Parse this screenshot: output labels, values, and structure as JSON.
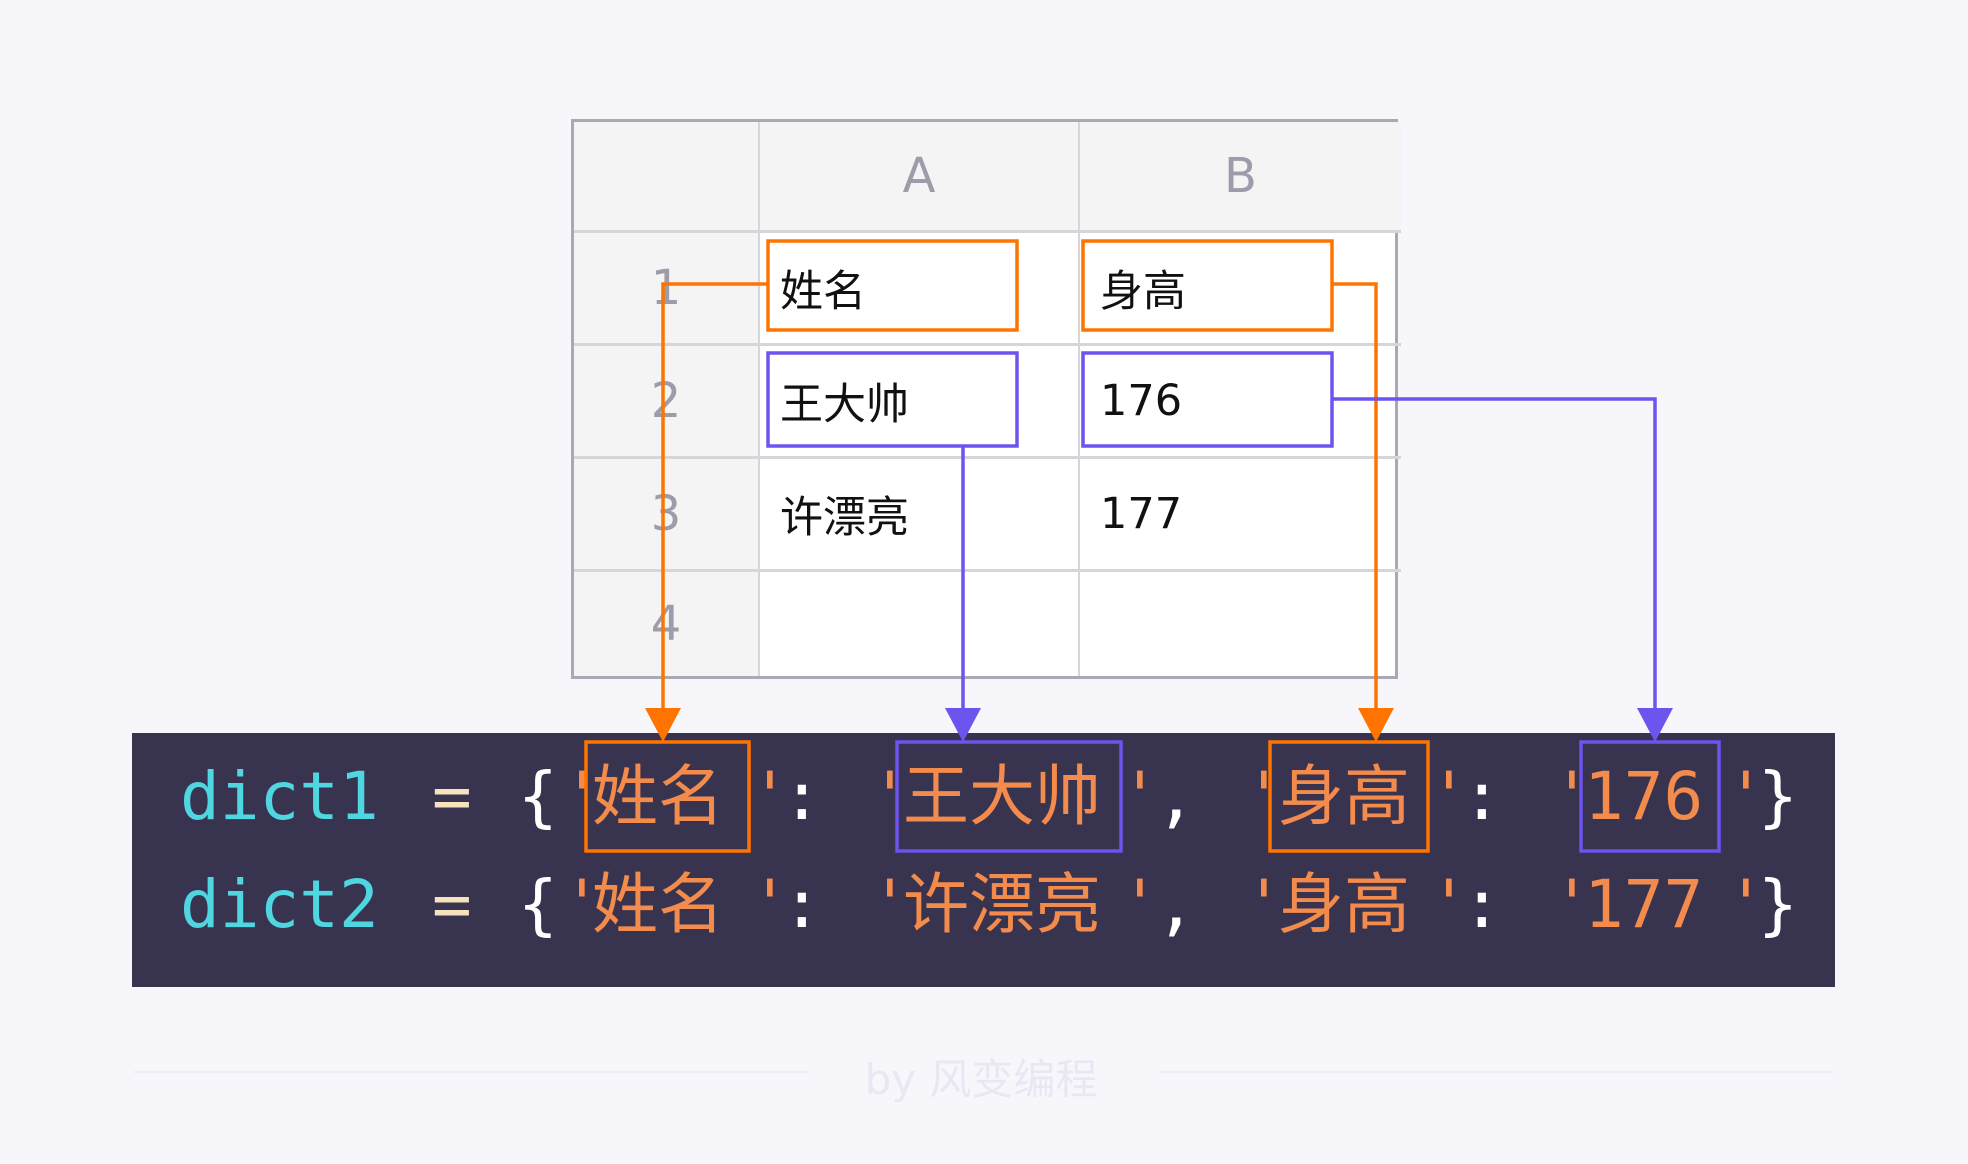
{
  "spreadsheet": {
    "columns": [
      "A",
      "B"
    ],
    "rows": [
      {
        "num": "1",
        "a": "姓名",
        "b": "身高"
      },
      {
        "num": "2",
        "a": "王大帅",
        "b": "176"
      },
      {
        "num": "3",
        "a": "许漂亮",
        "b": "177"
      },
      {
        "num": "4",
        "a": "",
        "b": ""
      }
    ]
  },
  "code": {
    "line1": {
      "var": "dict1",
      "eq": "=",
      "open": "{",
      "k1": "姓名",
      "v1": "王大帅",
      "k2": "身高",
      "v2": "176",
      "close": "}"
    },
    "line2": {
      "var": "dict2",
      "eq": "=",
      "open": "{",
      "k1": "姓名",
      "v1": "许漂亮",
      "k2": "身高",
      "v2": "177",
      "close": "}"
    },
    "quote": "'",
    "colon": ":",
    "comma": ","
  },
  "colors": {
    "key_highlight": "#ff7300",
    "value_highlight": "#6b55ee"
  },
  "footer": {
    "credit": "by 风变编程"
  }
}
